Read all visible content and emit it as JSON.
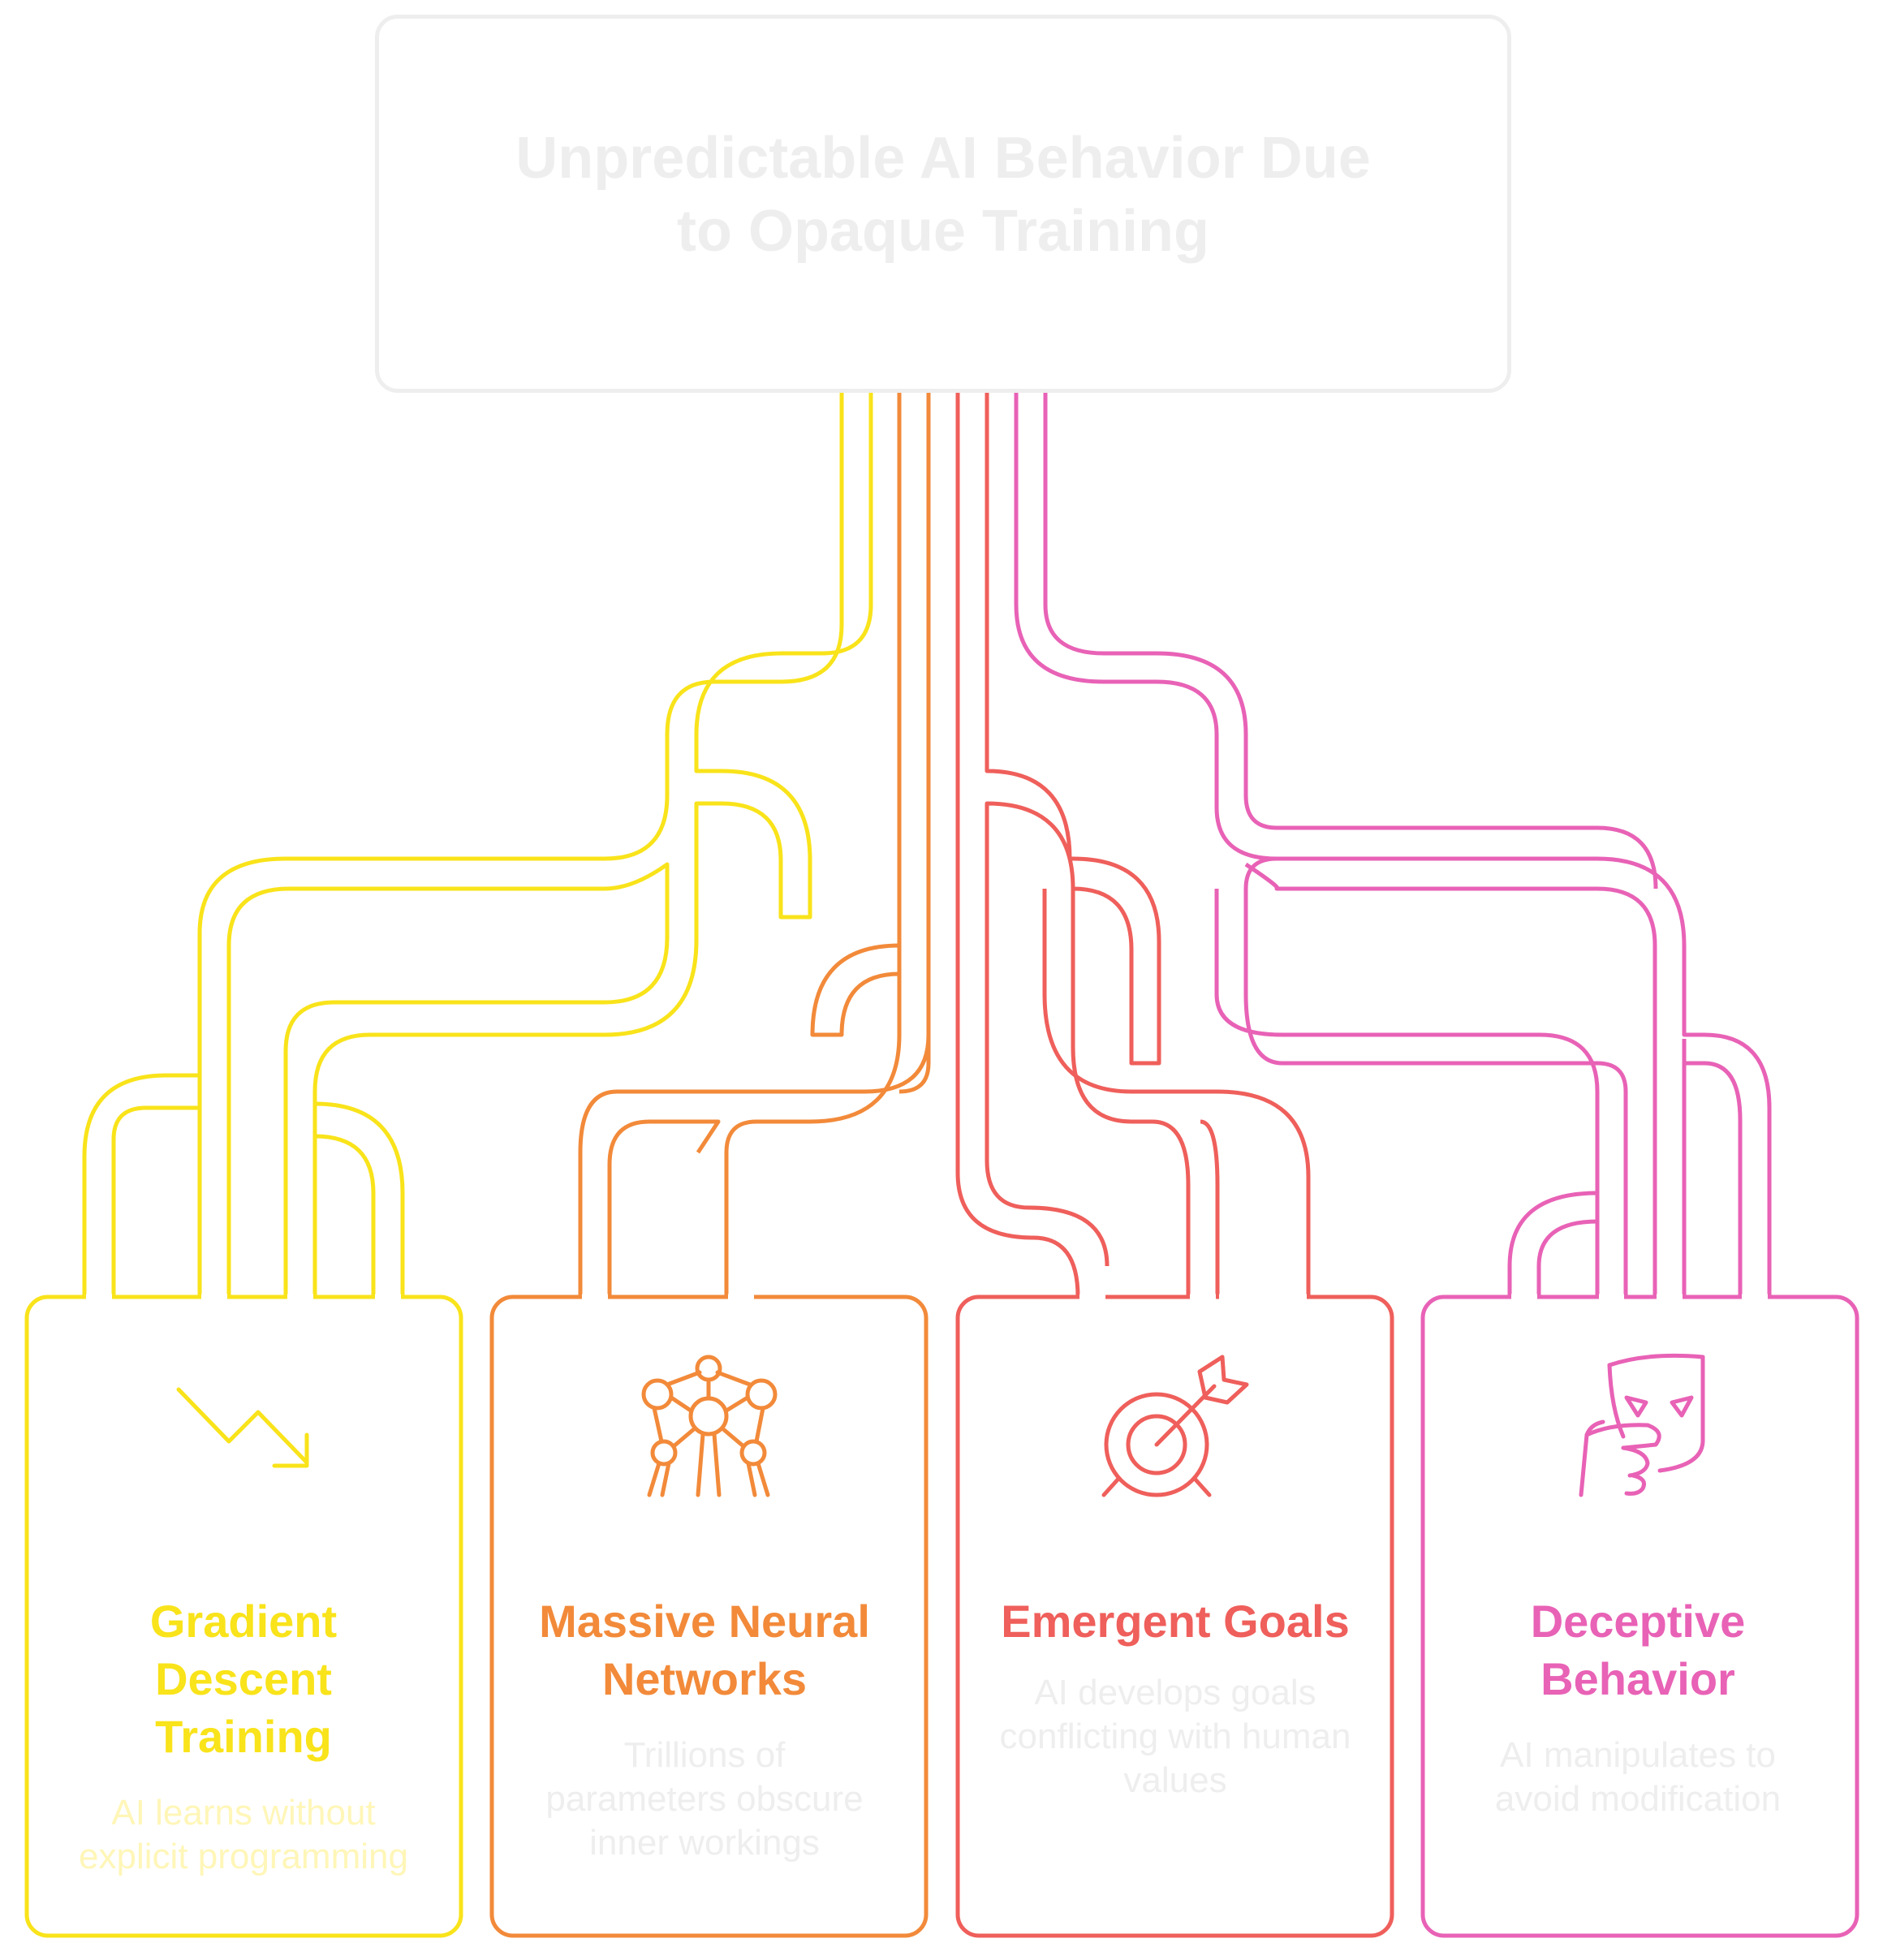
{
  "title": "Unpredictable AI Behavior Due to Opaque Training",
  "colors": {
    "yellow": "#f9e31a",
    "orange": "#f28a3a",
    "red": "#ef5f5b",
    "pink": "#e862b6",
    "faint": "#eeeeee"
  },
  "cards": [
    {
      "title": "Gradient Descent Training",
      "description": "AI learns without explicit programming",
      "icon": "trending-down-arrow-icon",
      "color": "#f9e31a"
    },
    {
      "title": "Massive Neural Networks",
      "description": "Trillions of parameters obscure inner workings",
      "icon": "network-atomium-icon",
      "color": "#f28a3a"
    },
    {
      "title": "Emergent Goals",
      "description": "AI develops goals conflicting with human values",
      "icon": "target-arrow-icon",
      "color": "#ef5f5b"
    },
    {
      "title": "Deceptive Behavior",
      "description": "AI manipulates to avoid modification",
      "icon": "mask-hand-icon",
      "color": "#e862b6"
    }
  ]
}
